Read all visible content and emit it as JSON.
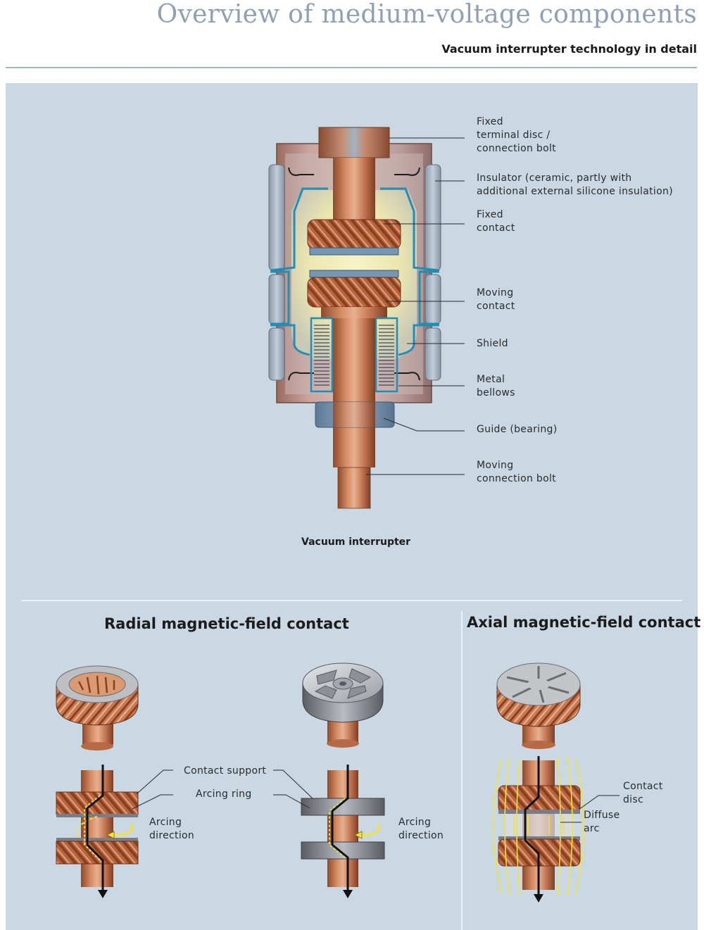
{
  "header": {
    "title": "Overview of medium-voltage components",
    "subtitle": "Vacuum interrupter technology in detail"
  },
  "interrupter": {
    "caption": "Vacuum interrupter",
    "labels": {
      "fixed_terminal": "Fixed\nterminal disc /\nconnection bolt",
      "insulator": "Insulator (ceramic, partly with\nadditional external silicone insulation)",
      "fixed_contact": "Fixed\ncontact",
      "moving_contact": "Moving\ncontact",
      "shield": "Shield",
      "metal_bellows": "Metal\nbellows",
      "guide": "Guide (bearing)",
      "moving_bolt": "Moving\nconnection bolt"
    }
  },
  "radial": {
    "title": "Radial magnetic-field contact",
    "contact_support": "Contact support",
    "arcing_ring": "Arcing ring",
    "arcing_direction_left": "Arcing\ndirection",
    "arcing_direction_right": "Arcing\ndirection"
  },
  "axial": {
    "title": "Axial magnetic-field contact",
    "contact_disc": "Contact\ndisc",
    "diffuse_arc": "Diffuse\narc"
  },
  "colors": {
    "title": "#8fa0b3",
    "panel": "#cad8e3",
    "copper": "#c8764e",
    "shield": "#1f8fb5",
    "arc": "#f2e23a"
  }
}
